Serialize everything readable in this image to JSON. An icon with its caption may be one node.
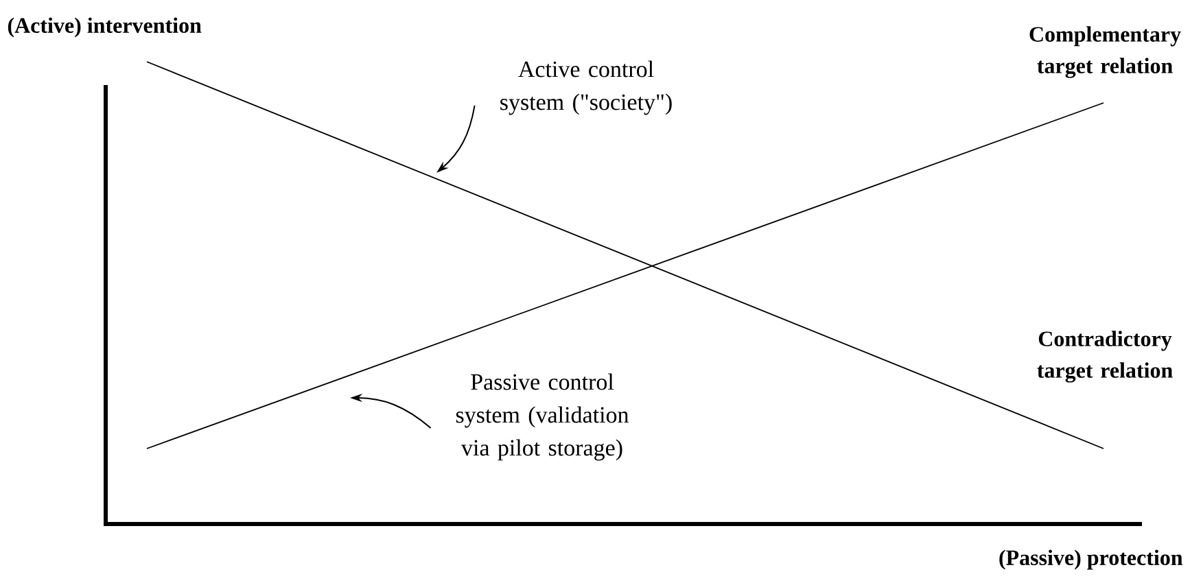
{
  "diagram": {
    "nodes": [
      {
        "text": [
          "Active control system (\"society\")"
        ]
      },
      {
        "text": [
          "Passive control system (validation via pilot storage)"
        ]
      }
    ],
    "edges": [
      {
        "from": 0,
        "to": null,
        "arrow": "to"
      },
      {
        "from": 1,
        "to": null,
        "arrow": "to"
      }
    ],
    "labels": [
      "(Active) intervention",
      "Complementary target relation",
      "Contradictory target relation",
      "(Passive) protection"
    ]
  }
}
